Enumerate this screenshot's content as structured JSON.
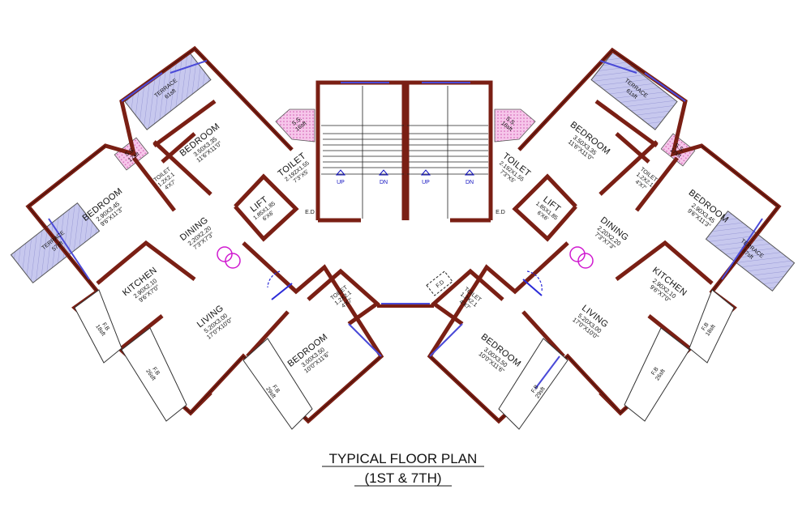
{
  "title": {
    "line1": "TYPICAL FLOOR PLAN",
    "line2": "(1ST & 7TH)"
  },
  "colors": {
    "wall": "#7a1f14",
    "wall_edge": "#3a0a05",
    "terrace_fill": "#c7c8ee",
    "ss_fill": "#f6bfe8",
    "window": "#4a4ad8",
    "lift_symbol": "#d01ad0",
    "door_swing": "#2a2ad8"
  },
  "left_wing": {
    "terrace_top": {
      "name": "TERRACE",
      "size": "61sft"
    },
    "ss_top": {
      "name": "S.S.",
      "size": "17sft"
    },
    "bedroom_top": {
      "name": "BEDROOM",
      "metric": "3.50X3.35",
      "imperial": "11'6\"X11'0\""
    },
    "bedroom_outer": {
      "name": "BEDROOM",
      "metric": "2.90X3.45",
      "imperial": "9'6\"X11'3\""
    },
    "toilet_small": {
      "name": "TOILET",
      "metric": "1.2X2.1",
      "imperial": "4'X7'"
    },
    "terrace_left": {
      "name": "TERRACE",
      "size": "57sft"
    },
    "dining": {
      "name": "DINING",
      "metric": "2.20X2.20",
      "imperial": "7'3\"X7'3\""
    },
    "kitchen": {
      "name": "KITCHEN",
      "metric": "2.90X2.10",
      "imperial": "9'6\"X7'0\""
    },
    "living": {
      "name": "LIVING",
      "metric": "5.20X3.00",
      "imperial": "17'0\"X10'0\""
    },
    "fb_small": {
      "name": "F.B",
      "size": "18sft"
    },
    "fb_large": {
      "name": "F.B",
      "size": "26sft"
    },
    "bedroom_bottom": {
      "name": "BEDROOM",
      "metric": "3.00X3.50",
      "imperial": "10'0\"X11'6\""
    },
    "fb_bottom": {
      "name": "F.B",
      "size": "29sft"
    },
    "toilet_bottom": {
      "name": "TOILET",
      "metric": "1.2X2.1",
      "imperial": "4'X7'"
    },
    "lift": {
      "name": "LIFT",
      "metric": "1.85X1.85",
      "imperial": "6'X6'"
    },
    "toilet_core": {
      "name": "TOILET",
      "metric": "2.192X1.55",
      "imperial": "7'3\"X5'"
    },
    "ss_core": {
      "name": "S.S.",
      "size": "16sft"
    },
    "ed": "E.D"
  },
  "right_wing": {
    "terrace_top": {
      "name": "TERRACE",
      "size": "61sft"
    },
    "ss_top": {
      "name": "S.S.",
      "size": "17sft"
    },
    "bedroom_top": {
      "name": "BEDROOM",
      "metric": "3.50X3.35",
      "imperial": "11'6\"X11'0\""
    },
    "bedroom_outer": {
      "name": "BEDROOM",
      "metric": "2.90X3.45",
      "imperial": "9'6\"X11'3\""
    },
    "toilet_small": {
      "name": "TOILET",
      "metric": "1.2X2.1",
      "imperial": "4'X7'"
    },
    "terrace_right": {
      "name": "TERRACE",
      "size": "57sft"
    },
    "dining": {
      "name": "DINING",
      "metric": "2.20X2.20",
      "imperial": "7'3\"X7'3\""
    },
    "kitchen": {
      "name": "KITCHEN",
      "metric": "2.90X2.10",
      "imperial": "9'6\"X7'0\""
    },
    "living": {
      "name": "LIVING",
      "metric": "5.20X3.00",
      "imperial": "17'0\"X10'0\""
    },
    "fb_small": {
      "name": "F.B",
      "size": "18sft"
    },
    "fb_large": {
      "name": "F.B",
      "size": "26sft"
    },
    "bedroom_bottom": {
      "name": "BEDROOM",
      "metric": "3.00X3.50",
      "imperial": "10'0\"X11'6\""
    },
    "fb_bottom": {
      "name": "F.B",
      "size": "29sft"
    },
    "toilet_bottom": {
      "name": "TOILET",
      "metric": "1.2X2.1",
      "imperial": "4'X7'"
    },
    "lift": {
      "name": "LIFT",
      "metric": "1.85X1.85",
      "imperial": "6'X6'"
    },
    "toilet_core": {
      "name": "TOILET",
      "metric": "2.192X1.55",
      "imperial": "7'3\"X5'"
    },
    "ss_core": {
      "name": "S.S.",
      "size": "16sft"
    },
    "ed": "E.D"
  },
  "core": {
    "stair_labels": [
      "UP",
      "DN",
      "UP",
      "DN"
    ],
    "fd": "F.D"
  }
}
